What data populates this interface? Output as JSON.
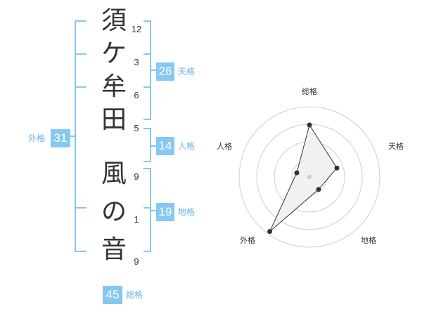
{
  "name_chars": [
    "須",
    "ケ",
    "牟",
    "田",
    "風",
    "の",
    "音"
  ],
  "stroke_counts": [
    "12",
    "3",
    "6",
    "5",
    "9",
    "1",
    "9"
  ],
  "kakusu": {
    "tenkaku": {
      "value": "26",
      "label": "天格"
    },
    "jinkaku": {
      "value": "14",
      "label": "人格"
    },
    "chikaku": {
      "value": "19",
      "label": "地格"
    },
    "gaikaku": {
      "value": "31",
      "label": "外格"
    },
    "soukaku": {
      "value": "45",
      "label": "総格"
    }
  },
  "chart_data": {
    "type": "radar",
    "axes": [
      "総格",
      "天格",
      "地格",
      "外格",
      "人格"
    ],
    "values": [
      0.74,
      0.41,
      0.22,
      0.96,
      0.19
    ],
    "max": 1,
    "rings": 4,
    "colors": {
      "bracket": "#86c8f1",
      "badge": "#86c8f1",
      "label": "#64b5e8",
      "ring": "#cfcfcf",
      "fill": "#eeeeee"
    }
  }
}
